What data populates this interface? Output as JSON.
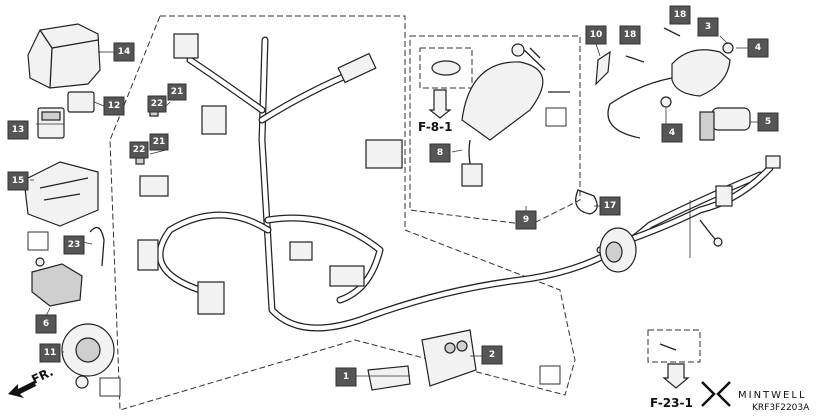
{
  "diagram": {
    "callouts": [
      {
        "id": "c14",
        "label": "14"
      },
      {
        "id": "c12",
        "label": "12"
      },
      {
        "id": "c13",
        "label": "13"
      },
      {
        "id": "c15",
        "label": "15"
      },
      {
        "id": "c23",
        "label": "23"
      },
      {
        "id": "c6",
        "label": "6"
      },
      {
        "id": "c11",
        "label": "11"
      },
      {
        "id": "c22a",
        "label": "22"
      },
      {
        "id": "c21a",
        "label": "21"
      },
      {
        "id": "c22b",
        "label": "22"
      },
      {
        "id": "c21b",
        "label": "21"
      },
      {
        "id": "c8",
        "label": "8"
      },
      {
        "id": "c9",
        "label": "9"
      },
      {
        "id": "c10",
        "label": "10"
      },
      {
        "id": "c18a",
        "label": "18"
      },
      {
        "id": "c18b",
        "label": "18"
      },
      {
        "id": "c3",
        "label": "3"
      },
      {
        "id": "c4a",
        "label": "4"
      },
      {
        "id": "c4b",
        "label": "4"
      },
      {
        "id": "c5",
        "label": "5"
      },
      {
        "id": "c17",
        "label": "17"
      },
      {
        "id": "c1",
        "label": "1"
      },
      {
        "id": "c2",
        "label": "2"
      }
    ],
    "references": {
      "f8": "F-8-1",
      "f23": "F-23-1",
      "front": "FR."
    },
    "brand": "MINTWELL",
    "diagram_code": "KRF3F2203A"
  }
}
